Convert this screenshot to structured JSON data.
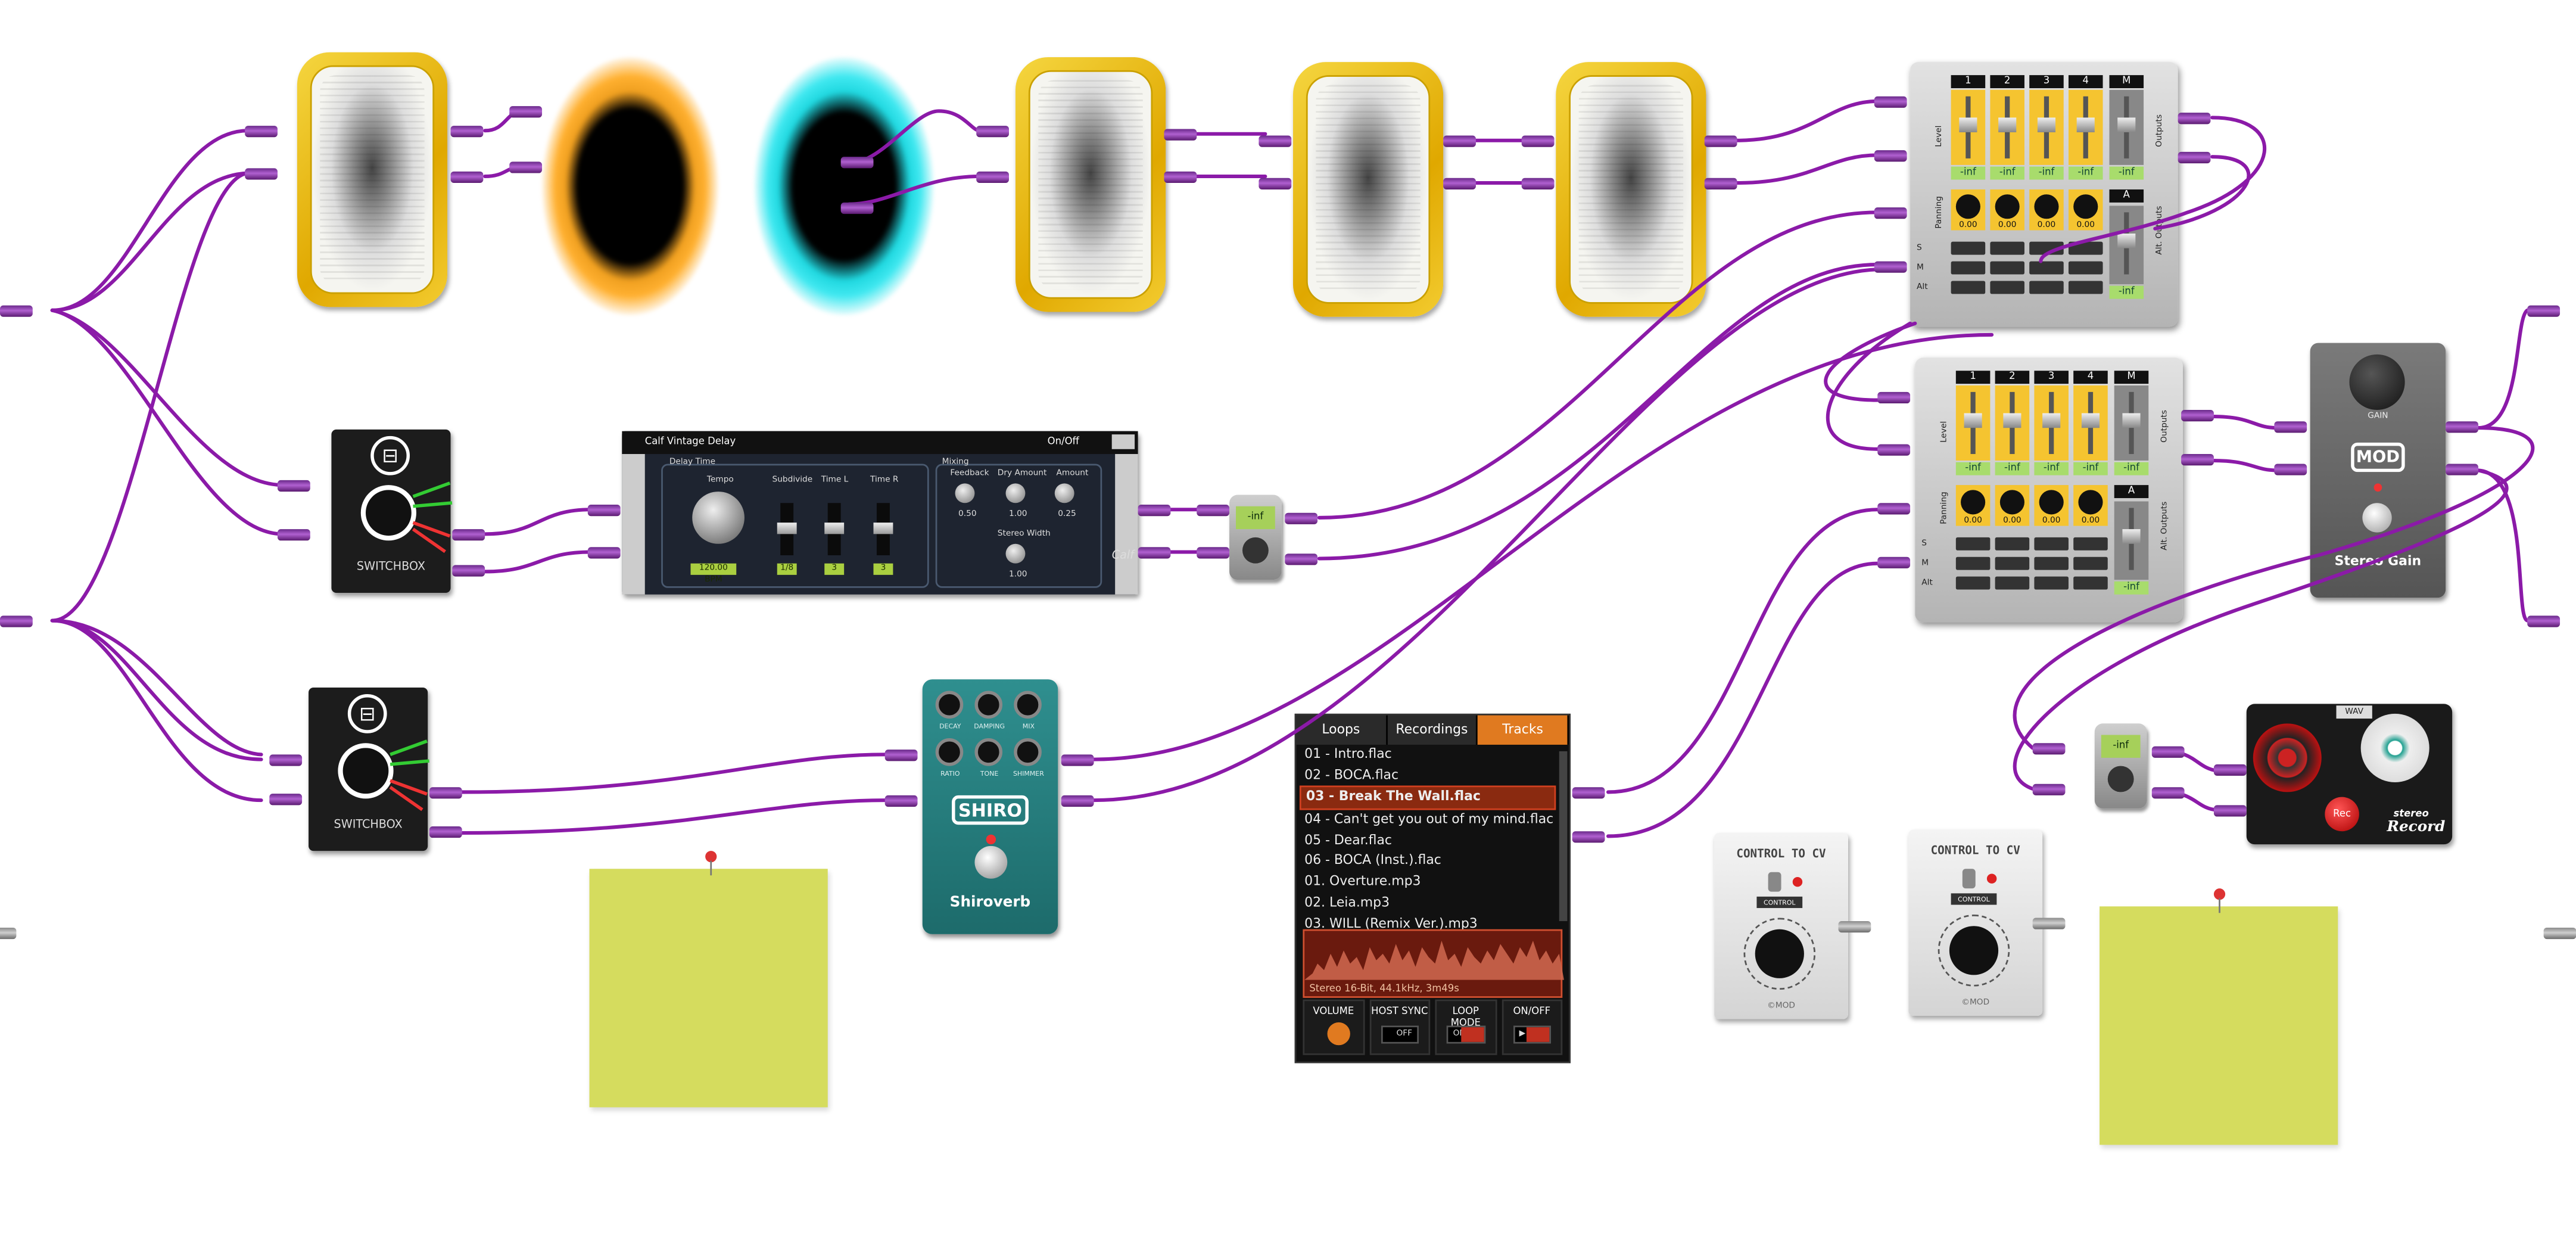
{
  "switchbox_label": "SWITCHBOX",
  "delay": {
    "title": "Calf Vintage Delay",
    "onoff": "On/Off",
    "delay_time_label": "Delay Time",
    "tempo_label": "Tempo",
    "subdivide_label": "Subdivide",
    "time_l_label": "Time L",
    "time_r_label": "Time R",
    "bpm_value": "120.00 BPM",
    "subdivide_value": "1/8",
    "time_l_value": "3",
    "time_r_value": "3",
    "mixing_label": "Mixing",
    "feedback_label": "Feedback",
    "dry_label": "Dry Amount",
    "amount_label": "Amount",
    "feedback_value": "0.50",
    "dry_value": "1.00",
    "amount_value": "0.25",
    "stereo_width_label": "Stereo Width",
    "stereo_width_value": "1.00",
    "brand": "Calf"
  },
  "gain_small_display": "-inf",
  "shiroverb": {
    "knobs": [
      "DECAY",
      "DAMPING",
      "MIX",
      "RATIO",
      "TONE",
      "SHIMMER"
    ],
    "logo": "SHIRO",
    "name": "Shiroverb"
  },
  "player": {
    "tabs": [
      "Loops",
      "Recordings",
      "Tracks"
    ],
    "active_tab": "Tracks",
    "tracks": [
      "01 - Intro.flac",
      "02 - BOCA.flac",
      "03 - Break The Wall.flac",
      "04 - Can't get you out of my mind.flac",
      "05 - Dear.flac",
      "06 - BOCA (Inst.).flac",
      "01. Overture.mp3",
      "02. Leia.mp3",
      "03. WILL (Remix Ver.).mp3"
    ],
    "selected": "03 - Break The Wall.flac",
    "wave_info": "Stereo 16-Bit, 44.1kHz, 3m49s",
    "volume_label": "VOLUME",
    "host_sync_label": "HOST SYNC",
    "host_sync_value": "OFF",
    "loop_mode_label": "LOOP MODE",
    "loop_mode_value": "ON",
    "onoff_label": "ON/OFF"
  },
  "mixer": {
    "channels": [
      "1",
      "2",
      "3",
      "4"
    ],
    "master": "M",
    "alt": "A",
    "level_display": "-inf",
    "pan_value": "0.00",
    "level_label": "Level",
    "panning_label": "Panning",
    "outputs_label": "Outputs",
    "alt_outputs_label": "Alt. Outputs",
    "row_s": "S",
    "row_m": "M",
    "row_alt": "Alt"
  },
  "stereo_gain": {
    "gain_label": "GAIN",
    "logo": "MOD",
    "name": "Stereo Gain"
  },
  "control_to_cv": {
    "title": "CONTROL TO CV",
    "badge": "CONTROL",
    "logo": "©MOD"
  },
  "recorder": {
    "format": "WAV",
    "rec_label": "Rec",
    "stereo": "stereo",
    "record": "Record"
  },
  "colors": {
    "cable": "#8b1aa8",
    "tin_gold": "#f0c020",
    "shiro_teal": "#2a8585",
    "sticky_yellow": "#d5dc5e",
    "tab_orange": "#e07a20",
    "mixer_yellow": "#f5c430",
    "lcd_green": "#a8dc6c"
  }
}
